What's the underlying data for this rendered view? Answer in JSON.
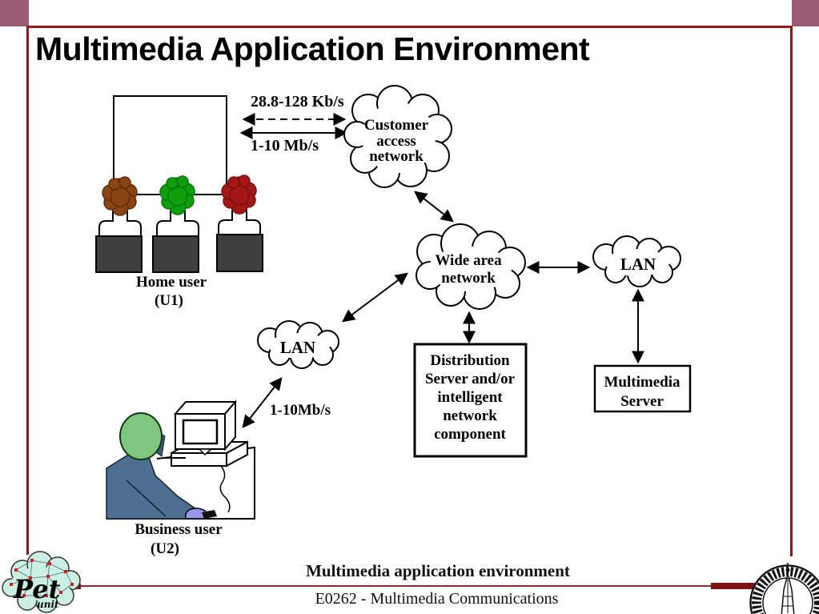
{
  "slide": {
    "title": "Multimedia Application Environment",
    "caption": "Multimedia application environment",
    "footer": "E0262 - Multimedia Communications"
  },
  "links": {
    "dialup_rate": "28.8-128 Kb/s",
    "broadband_rate": "1-10 Mb/s",
    "lan_rate": "1-10Mb/s"
  },
  "nodes": {
    "customer_access": {
      "l1": "Customer",
      "l2": "access",
      "l3": "network"
    },
    "wan": {
      "l1": "Wide area",
      "l2": "network"
    },
    "lan_left": {
      "l1": "LAN"
    },
    "lan_right": {
      "l1": "LAN"
    },
    "multimedia_server": {
      "l1": "Multimedia",
      "l2": "Server"
    },
    "distribution_server": {
      "l1": "Distribution",
      "l2": "Server and/or",
      "l3": "intelligent",
      "l4": "network",
      "l5": "component"
    },
    "home_user": {
      "l1": "Home user",
      "l2": "(U1)"
    },
    "business_user": {
      "l1": "Business user",
      "l2": "(U2)"
    }
  },
  "logos": {
    "pet_unit": {
      "name": "Pet",
      "sub": "unit"
    }
  },
  "colors": {
    "accent_purple": "#9C5C78",
    "frame_red": "#8C1A1A",
    "head_brown": "#8B4513",
    "head_green": "#0E9E0E",
    "head_dark_red": "#A31717",
    "monitor_gray": "#3F3F3F",
    "suit_blue": "#4E6E92",
    "skin_green": "#80C580",
    "mouse_lavender": "#9898EA",
    "pet_cloud_teal": "#CBEFE5"
  }
}
